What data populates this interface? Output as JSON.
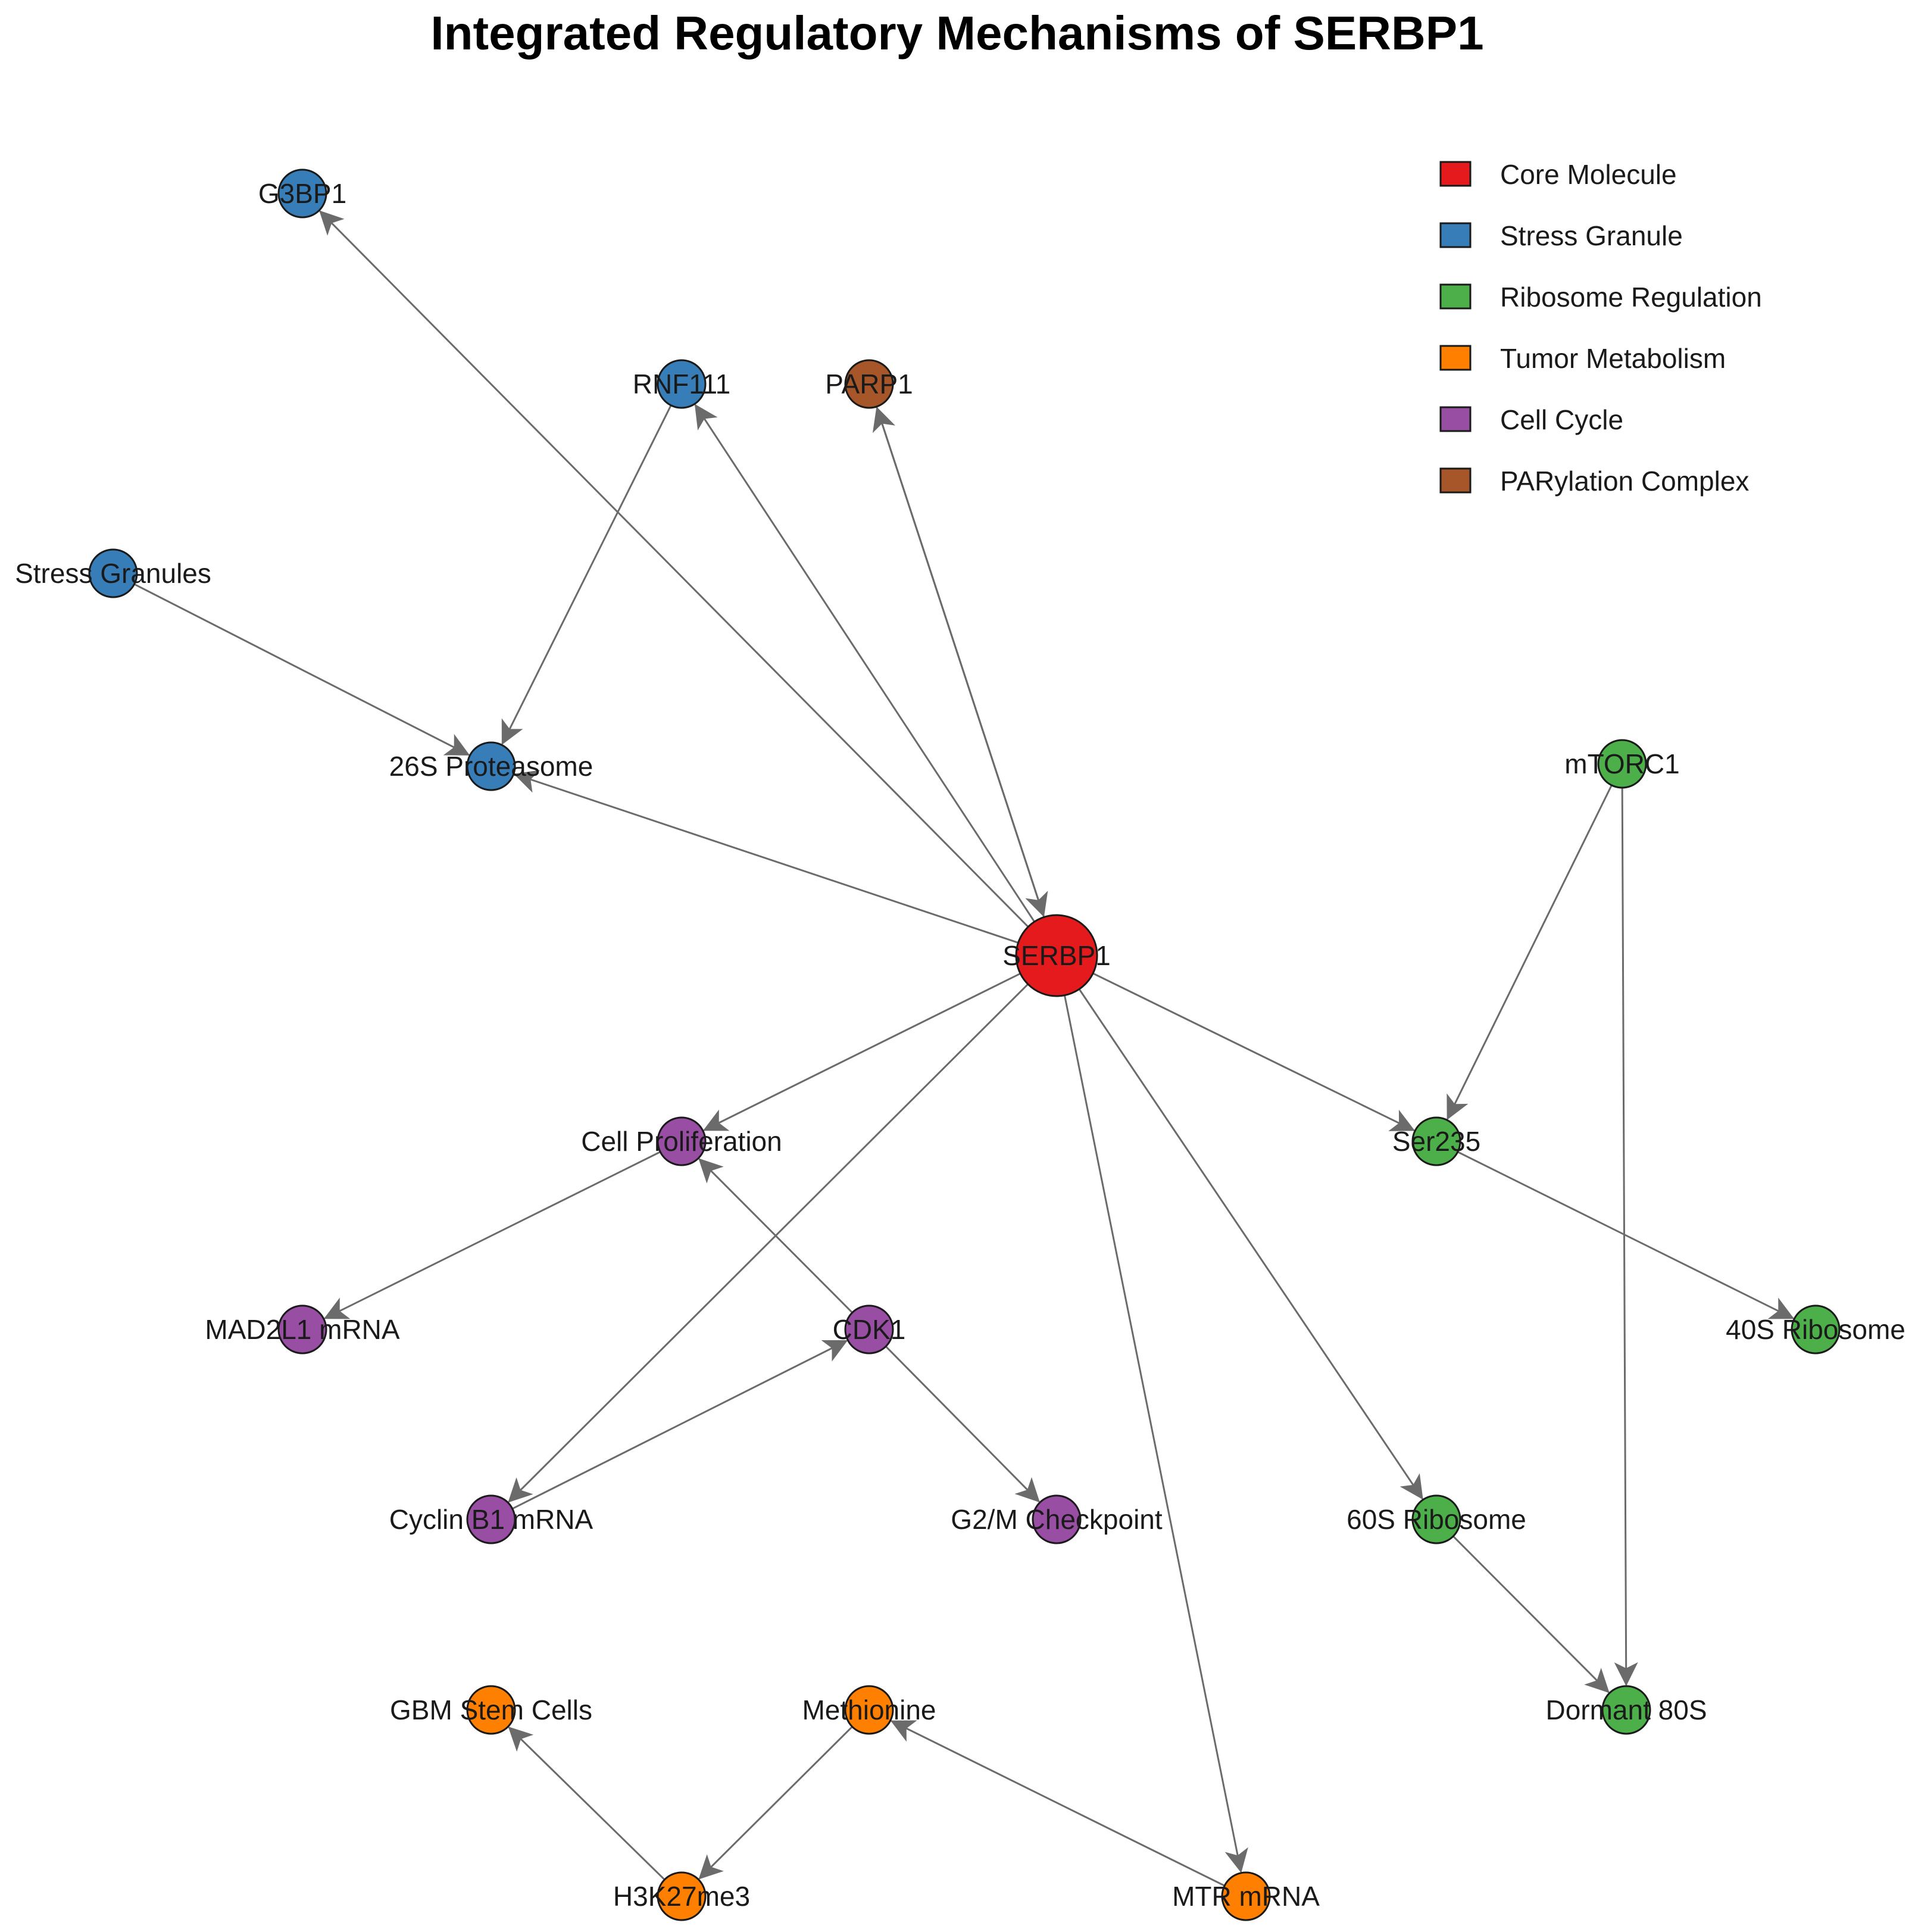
{
  "title": "Integrated Regulatory Mechanisms of SERBP1",
  "legend": [
    {
      "label": "Core Molecule",
      "color": "#e41a1c"
    },
    {
      "label": "Stress Granule",
      "color": "#377eb8"
    },
    {
      "label": "Ribosome Regulation",
      "color": "#4daf4a"
    },
    {
      "label": "Tumor Metabolism",
      "color": "#ff7f00"
    },
    {
      "label": "Cell Cycle",
      "color": "#984ea3"
    },
    {
      "label": "PARylation Complex",
      "color": "#a65628"
    }
  ],
  "nodes": [
    {
      "id": "SERBP1",
      "label": "SERBP1",
      "group": 0,
      "core": true
    },
    {
      "id": "G3BP1",
      "label": "G3BP1",
      "group": 1
    },
    {
      "id": "RNF111",
      "label": "RNF111",
      "group": 1
    },
    {
      "id": "StressGranules",
      "label": "Stress Granules",
      "group": 1
    },
    {
      "id": "Proteasome26S",
      "label": "26S Proteasome",
      "group": 1
    },
    {
      "id": "PARP1",
      "label": "PARP1",
      "group": 5
    },
    {
      "id": "mTORC1",
      "label": "mTORC1",
      "group": 2
    },
    {
      "id": "Ser235",
      "label": "Ser235",
      "group": 2
    },
    {
      "id": "Ribosome40S",
      "label": "40S Ribosome",
      "group": 2
    },
    {
      "id": "Ribosome60S",
      "label": "60S Ribosome",
      "group": 2
    },
    {
      "id": "Dormant80S",
      "label": "Dormant 80S",
      "group": 2
    },
    {
      "id": "CellProliferation",
      "label": "Cell Proliferation",
      "group": 4
    },
    {
      "id": "MAD2L1",
      "label": "MAD2L1 mRNA",
      "group": 4
    },
    {
      "id": "CDK1",
      "label": "CDK1",
      "group": 4
    },
    {
      "id": "CyclinB1",
      "label": "Cyclin B1 mRNA",
      "group": 4
    },
    {
      "id": "G2M",
      "label": "G2/M Checkpoint",
      "group": 4
    },
    {
      "id": "GBMStem",
      "label": "GBM Stem Cells",
      "group": 3
    },
    {
      "id": "Methionine",
      "label": "Methionine",
      "group": 3
    },
    {
      "id": "H3K27me3",
      "label": "H3K27me3",
      "group": 3
    },
    {
      "id": "MTR",
      "label": "MTR mRNA",
      "group": 3
    }
  ],
  "edges": [
    {
      "from": "SERBP1",
      "to": "G3BP1"
    },
    {
      "from": "SERBP1",
      "to": "RNF111"
    },
    {
      "from": "SERBP1",
      "to": "PARP1"
    },
    {
      "from": "PARP1",
      "to": "SERBP1"
    },
    {
      "from": "SERBP1",
      "to": "Proteasome26S"
    },
    {
      "from": "RNF111",
      "to": "Proteasome26S"
    },
    {
      "from": "StressGranules",
      "to": "Proteasome26S"
    },
    {
      "from": "SERBP1",
      "to": "Ser235"
    },
    {
      "from": "mTORC1",
      "to": "Ser235"
    },
    {
      "from": "Ser235",
      "to": "Ribosome40S"
    },
    {
      "from": "mTORC1",
      "to": "Dormant80S"
    },
    {
      "from": "SERBP1",
      "to": "Ribosome60S"
    },
    {
      "from": "Ribosome60S",
      "to": "Dormant80S"
    },
    {
      "from": "SERBP1",
      "to": "MTR"
    },
    {
      "from": "MTR",
      "to": "Methionine"
    },
    {
      "from": "Methionine",
      "to": "H3K27me3"
    },
    {
      "from": "H3K27me3",
      "to": "GBMStem"
    },
    {
      "from": "SERBP1",
      "to": "CyclinB1"
    },
    {
      "from": "CyclinB1",
      "to": "CDK1"
    },
    {
      "from": "CDK1",
      "to": "G2M"
    },
    {
      "from": "CDK1",
      "to": "CellProliferation"
    },
    {
      "from": "CellProliferation",
      "to": "MAD2L1"
    },
    {
      "from": "SERBP1",
      "to": "CellProliferation"
    }
  ]
}
